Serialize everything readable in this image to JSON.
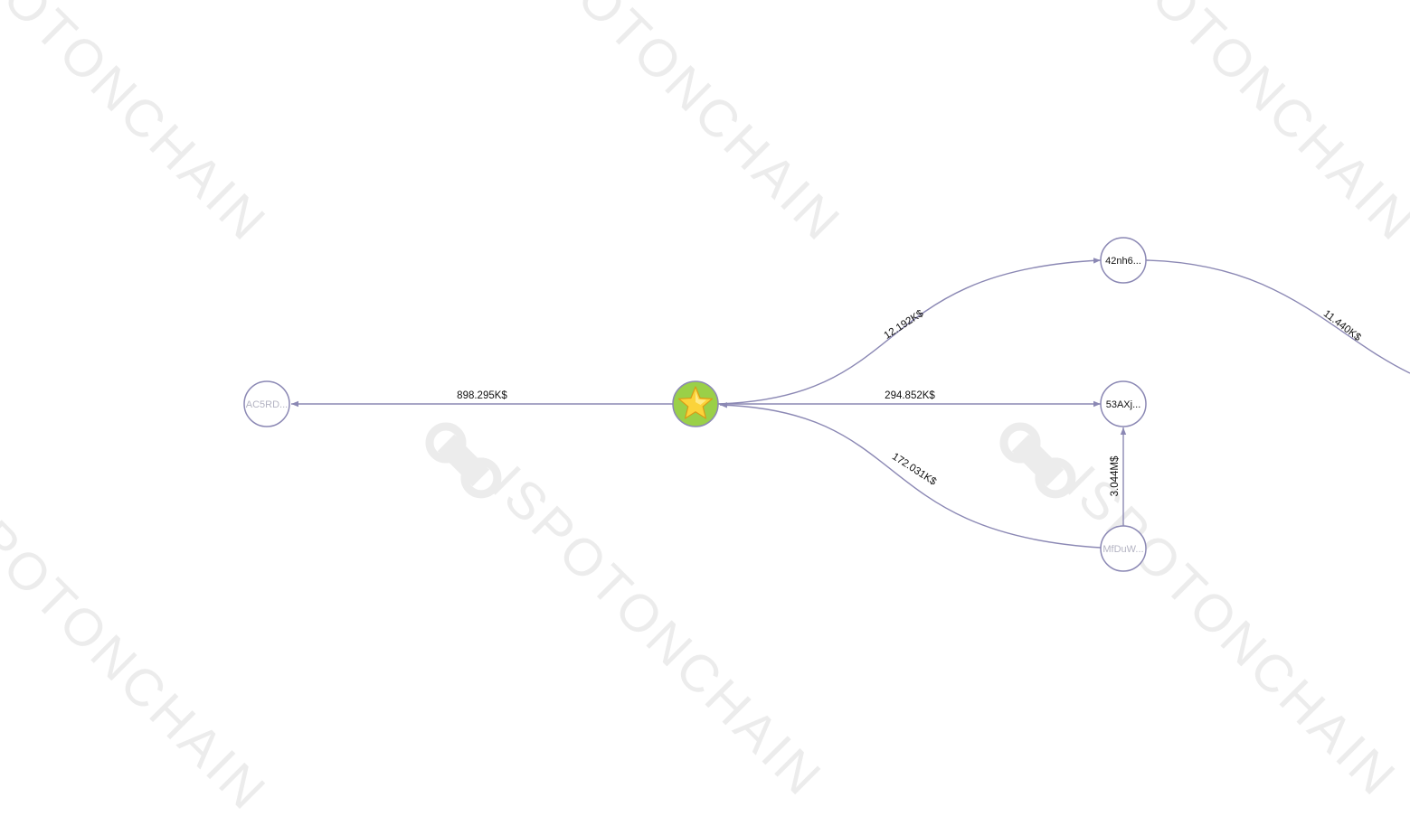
{
  "watermark": {
    "text": "SPOTONCHAIN",
    "text_with_logo": "ISPOTONCHAIN",
    "color": "#ececec"
  },
  "colors": {
    "edge": "#8b88b4",
    "center_fill": "#9ad048",
    "muted_label": "#b3b3c2"
  },
  "nodes": {
    "ac5rd": {
      "label": "AC5RD...",
      "icon": "wallet-node"
    },
    "center": {
      "label": "",
      "icon": "star-icon"
    },
    "n42nh6": {
      "label": "42nh6...",
      "icon": "wallet-node"
    },
    "n53axj": {
      "label": "53AXj...",
      "icon": "wallet-node"
    },
    "mfduw": {
      "label": "MfDuW...",
      "icon": "wallet-node"
    }
  },
  "edges": {
    "center_to_ac5rd": {
      "label": "898.295K$"
    },
    "center_to_42nh6": {
      "label": "12.192K$"
    },
    "center_to_53axj": {
      "label": "294.852K$"
    },
    "mfduw_to_center": {
      "label": "172.031K$"
    },
    "mfduw_to_53axj": {
      "label": "3.044M$"
    },
    "n42nh6_to_offscreen": {
      "label": "11.440K$"
    }
  }
}
